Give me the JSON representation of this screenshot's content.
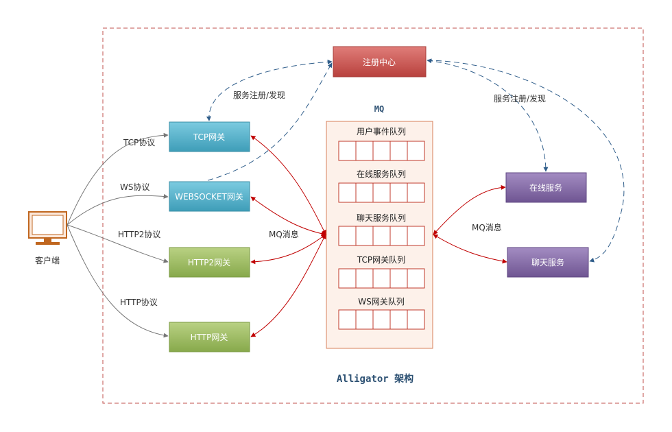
{
  "title": "Alligator 架构",
  "client": {
    "label": "客户端",
    "icon": "monitor-icon"
  },
  "registry": {
    "label": "注册中心",
    "color": "#c0504d"
  },
  "mq": {
    "label": "MQ",
    "queues": [
      "用户事件队列",
      "在线服务队列",
      "聊天服务队列",
      "TCP网关队列",
      "WS网关队列"
    ]
  },
  "gateways": {
    "tcp": "TCP网关",
    "ws": "WEBSOCKET网关",
    "http2": "HTTP2网关",
    "http": "HTTP网关"
  },
  "services": {
    "online": "在线服务",
    "chat": "聊天服务"
  },
  "edge_labels": {
    "tcp_protocol": "TCP协议",
    "ws_protocol": "WS协议",
    "http2_protocol": "HTTP2协议",
    "http_protocol": "HTTP协议",
    "mq_message_left": "MQ消息",
    "mq_message_right": "MQ消息",
    "register_discover_left": "服务注册/发现",
    "register_discover_right": "服务注册/发现"
  },
  "colors": {
    "frame_dash": "#c0504d",
    "blue_gateway": "#4bacc6",
    "green_gateway": "#9bbb59",
    "service": "#8064a2",
    "mq_arrow": "#c00000",
    "discovery_arrow": "#2f5d8a"
  }
}
